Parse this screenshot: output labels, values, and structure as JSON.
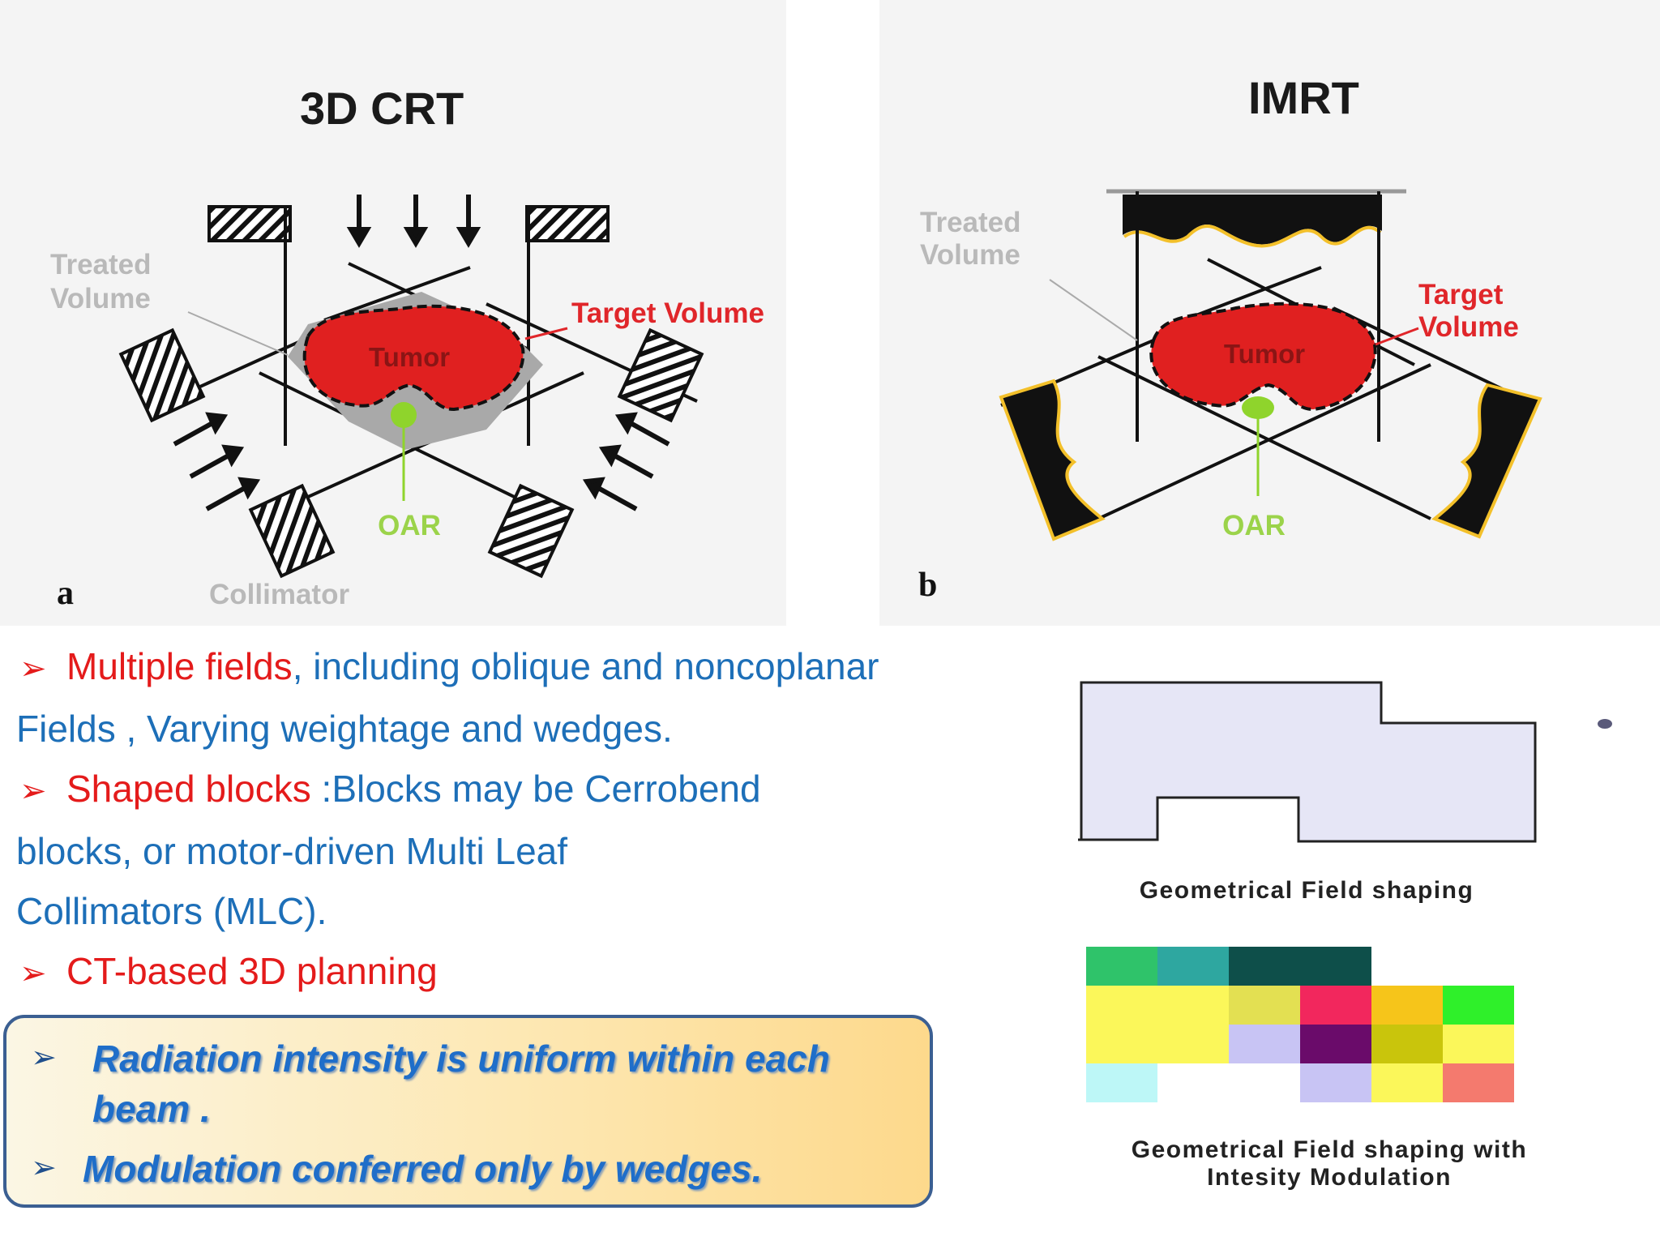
{
  "panel_a": {
    "title": "3D CRT",
    "treated_volume": [
      "Treated",
      "Volume"
    ],
    "target_volume": "Target Volume",
    "tumor": "Tumor",
    "oar": "OAR",
    "collimator": "Collimator",
    "letter": "a"
  },
  "panel_b": {
    "title": "IMRT",
    "treated_volume": [
      "Treated",
      "Volume"
    ],
    "target_volume": [
      "Target",
      "Volume"
    ],
    "tumor": "Tumor",
    "oar": "OAR",
    "letter": "b"
  },
  "bullets": {
    "b1_red": "Multiple fields",
    "b1_blue": ", including oblique and noncoplanar",
    "b1_cont": "Fields , Varying weightage and wedges.",
    "b2_red": "Shaped blocks ",
    "b2_blue": ":Blocks may be Cerrobend",
    "b2_cont1": "blocks, or motor-driven Multi Leaf",
    "b2_cont2": "Collimators (MLC).",
    "b3_red": "CT-based 3D planning"
  },
  "callout": {
    "item1_line1": "Radiation intensity is uniform within each",
    "item1_line2": "beam .",
    "item2": "Modulation conferred only by wedges."
  },
  "right_figure": {
    "caption1": "Geometrical Field shaping",
    "caption2_line1": "Geometrical Field shaping with",
    "caption2_line2": "Intesity Modulation",
    "grid_colors": [
      [
        "#2fc36a",
        "#2ea7a0",
        "#0e4f4a",
        "#0e4f4a",
        null,
        null
      ],
      [
        "#fbf75a",
        "#fbf75a",
        "#e3e052",
        "#f2275d",
        "#f6c51a",
        "#2ff02a"
      ],
      [
        "#fbf75a",
        "#fbf75a",
        "#c8c4f4",
        "#6a0b6a",
        "#c9c50c",
        "#fbf75a"
      ],
      [
        "#bdf7f7",
        null,
        null,
        "#c8c4f4",
        "#fbf75a",
        "#f47a6e"
      ]
    ]
  },
  "colors": {
    "tumor": "#e02020",
    "oar": "#8fd42c",
    "bullet_blue": "#1d6fb8",
    "bullet_red": "#e41b1b",
    "field_fill": "#e6e6f6"
  }
}
